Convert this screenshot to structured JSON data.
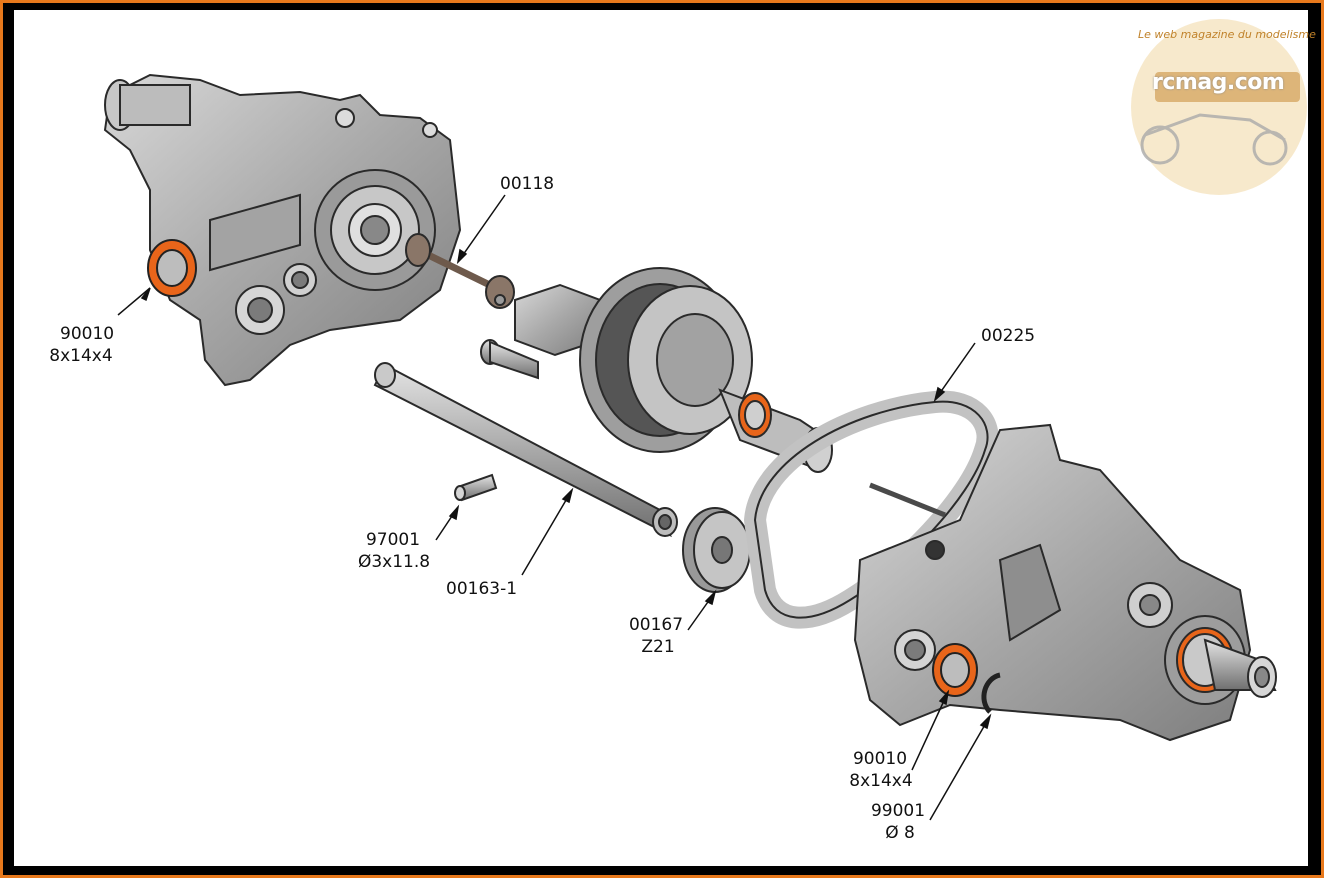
{
  "labels": {
    "part_00118": "00118",
    "part_90010_top": "90010",
    "part_90010_top_size": "8x14x4",
    "part_00225": "00225",
    "part_97001": "97001",
    "part_97001_size": "Ø3x11.8",
    "part_00163": "00163-1",
    "part_00167": "00167",
    "part_00167_teeth": "Z21",
    "part_90010_bottom": "90010",
    "part_90010_bottom_size": "8x14x4",
    "part_99001": "99001",
    "part_99001_size": "Ø 8"
  },
  "watermark": {
    "brand": "rcmag.com",
    "tagline": "Le web magazine du modelisme"
  },
  "colors": {
    "frame": "#e8791c",
    "bearing_accent": "#e8651a",
    "metal": "#b9b9b9"
  }
}
